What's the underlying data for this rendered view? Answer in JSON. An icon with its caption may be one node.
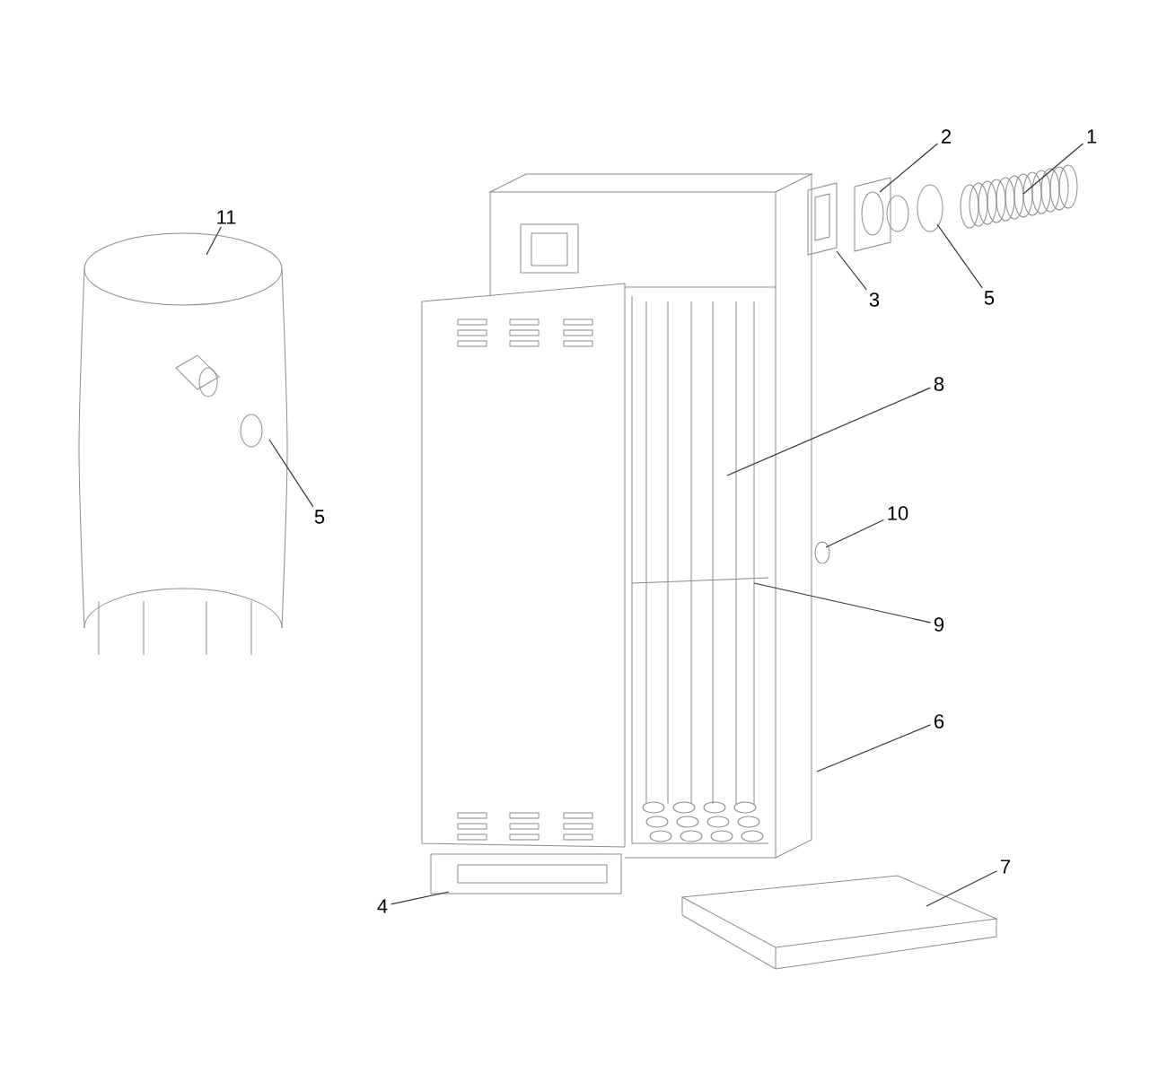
{
  "diagram": {
    "nodes": [
      {
        "text": [
          "1"
        ]
      },
      {
        "text": [
          "2"
        ]
      },
      {
        "text": [
          "11"
        ]
      },
      {
        "text": [
          "3"
        ]
      },
      {
        "text": [
          "5"
        ]
      },
      {
        "text": [
          "8"
        ]
      },
      {
        "text": [
          "10"
        ]
      },
      {
        "text": [
          "5"
        ]
      },
      {
        "text": [
          "9"
        ]
      },
      {
        "text": [
          "6"
        ]
      },
      {
        "text": [
          "7"
        ]
      },
      {
        "text": [
          "4"
        ]
      }
    ],
    "edges": [
      {
        "from": 0,
        "to": null,
        "arrow": "none"
      },
      {
        "from": 1,
        "to": null,
        "arrow": "none"
      },
      {
        "from": 2,
        "to": null,
        "arrow": "none"
      },
      {
        "from": 3,
        "to": null,
        "arrow": "none"
      },
      {
        "from": 4,
        "to": null,
        "arrow": "none"
      },
      {
        "from": 5,
        "to": null,
        "arrow": "none"
      },
      {
        "from": 6,
        "to": null,
        "arrow": "none"
      },
      {
        "from": 7,
        "to": null,
        "arrow": "none"
      },
      {
        "from": 8,
        "to": null,
        "arrow": "none"
      },
      {
        "from": 9,
        "to": null,
        "arrow": "none"
      },
      {
        "from": 10,
        "to": null,
        "arrow": "none"
      },
      {
        "from": 11,
        "to": null,
        "arrow": "none"
      }
    ]
  }
}
